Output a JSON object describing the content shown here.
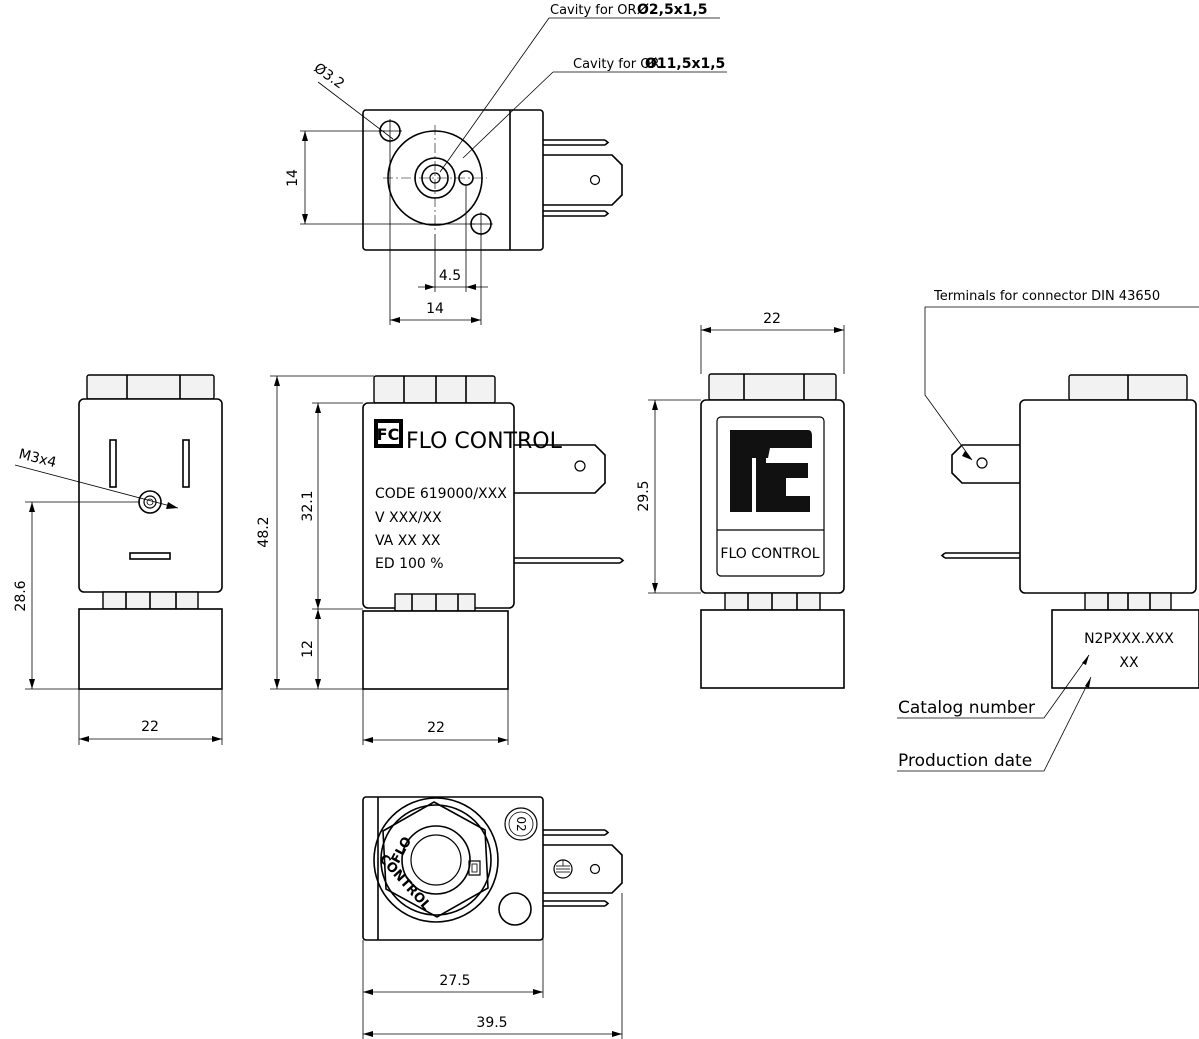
{
  "callouts": {
    "cavity_small_text": "Cavity for OR",
    "cavity_small_size": "Ø2,5x1,5",
    "cavity_large_text": "Cavity for OR",
    "cavity_large_size": "Ø11,5x1,5",
    "hole_dia": "Ø3.2",
    "thread": "M3x4",
    "terminals": "Terminals for connector DIN 43650",
    "catalog_number": "Catalog number",
    "production_date": "Production date"
  },
  "dims": {
    "top_height": "14",
    "top_offset": "4.5",
    "top_width": "14",
    "left_height": "28.6",
    "left_width": "22",
    "front_total": "48.2",
    "front_coil": "32.1",
    "front_base": "12",
    "front_width": "22",
    "right_width": "22",
    "right_height": "29.5",
    "bottom_inner": "27.5",
    "bottom_total": "39.5"
  },
  "label_front": {
    "brand": "FLO CONTROL",
    "logo": "FC",
    "code": "CODE 619000/XXX",
    "voltage": "V  XXX/XX",
    "power": "VA  XX  XX",
    "duty": "ED  100 %"
  },
  "label_right": {
    "brand": "FLO CONTROL"
  },
  "label_side": {
    "catalog": "N2PXXX.XXX",
    "date": "XX"
  },
  "label_bottom": {
    "ring_top": "FLO",
    "ring_bottom": "CONTROL",
    "dial": "02"
  }
}
